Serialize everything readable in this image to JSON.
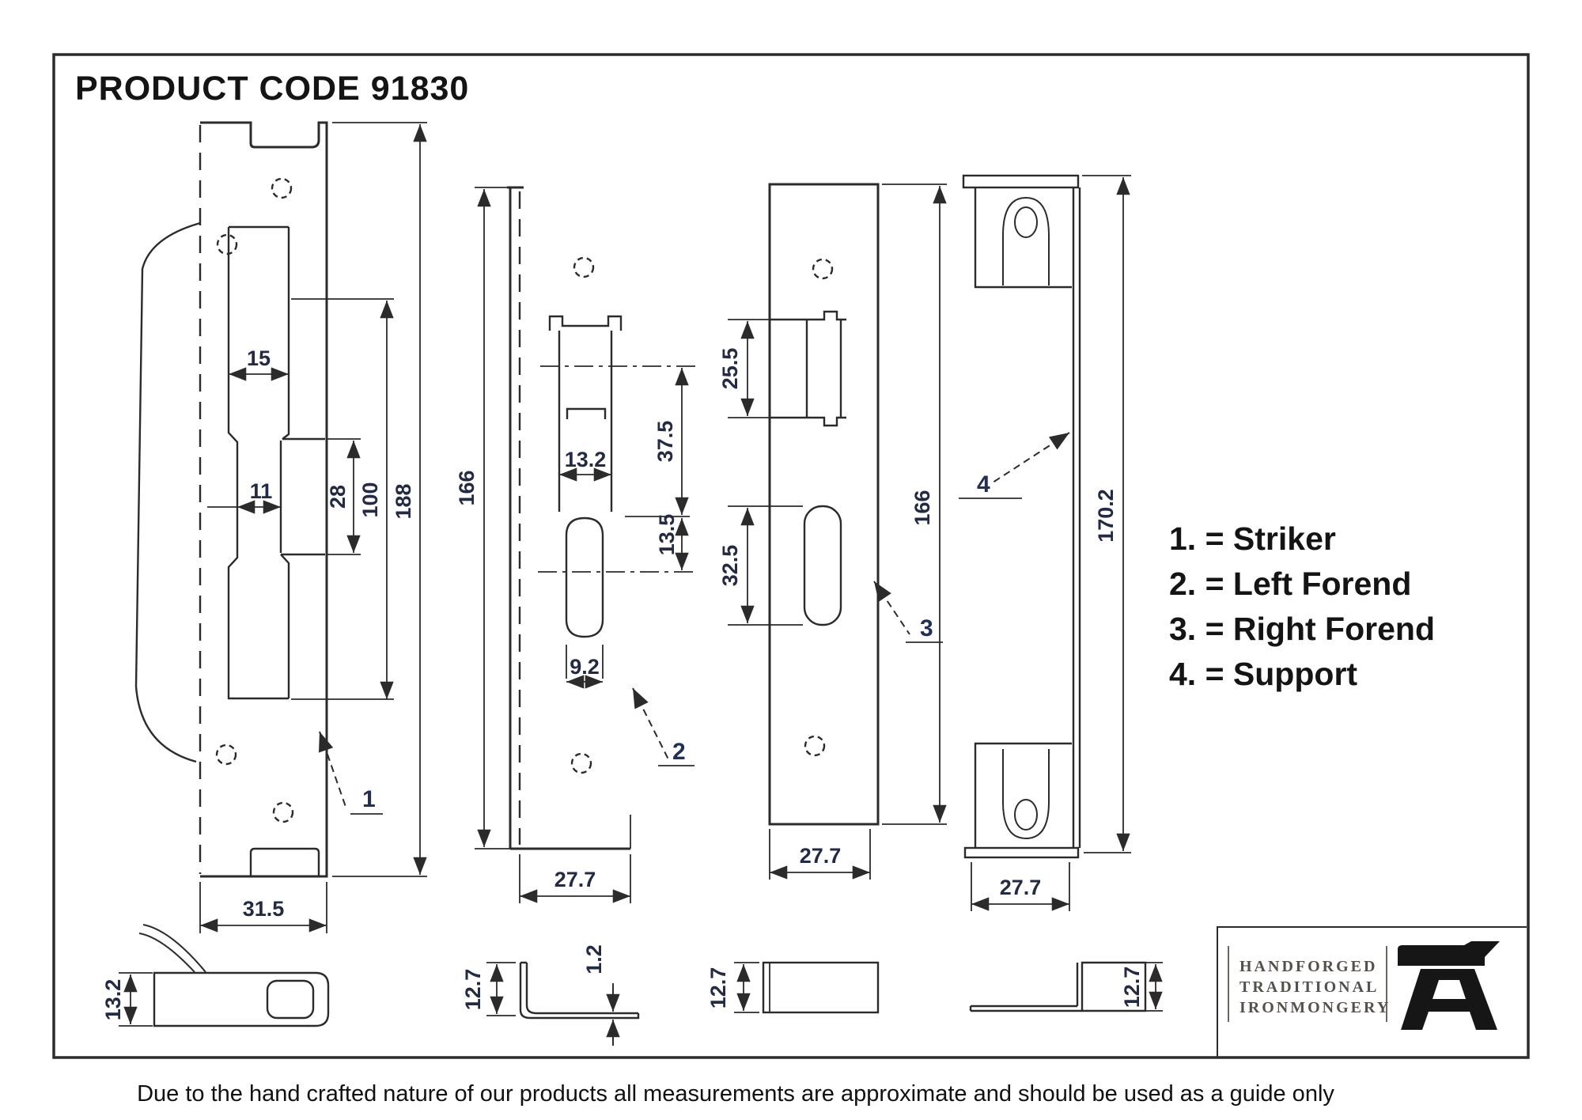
{
  "title": "PRODUCT CODE 91830",
  "legend": {
    "items": {
      "striker": "1. = Striker",
      "left_forend": "2. = Left Forend",
      "right_forend": "3. = Right Forend",
      "support": "4. = Support"
    }
  },
  "footer": {
    "disclaimer": "Due to the hand crafted nature of our products all measurements are approximate and should be used as a guide only"
  },
  "logo": {
    "line1": "HANDFORGED",
    "line2": "TRADITIONAL",
    "line3": "IRONMONGERY",
    "icon": "anvil-icon"
  },
  "colors": {
    "line": "#2b2b2b",
    "dim_text": "#232a44",
    "logo_text": "#55504a"
  },
  "striker": {
    "callout": "1",
    "dims": {
      "top_slot_width": "15",
      "neck_width": "11",
      "box_height": "28",
      "cutout_length": "100",
      "overall_length": "188",
      "plate_width": "31.5",
      "section_thickness": "13.2"
    }
  },
  "left_forend": {
    "callout": "2",
    "dims": {
      "overall_length": "166",
      "latch_slot_width": "13.2",
      "latch_offset": "37.5",
      "center_gap": "13.5",
      "bolt_slot_width": "9.2",
      "plate_width": "27.7",
      "section_height": "12.7",
      "section_thickness": "1.2"
    }
  },
  "right_forend": {
    "callout": "3",
    "dims": {
      "latch_offset": "25.5",
      "bolt_slot_length": "32.5",
      "overall_length": "166",
      "plate_width": "27.7",
      "section_height": "12.7"
    }
  },
  "support": {
    "callout": "4",
    "dims": {
      "overall_length": "170.2",
      "plate_width": "27.7",
      "section_height": "12.7"
    }
  }
}
